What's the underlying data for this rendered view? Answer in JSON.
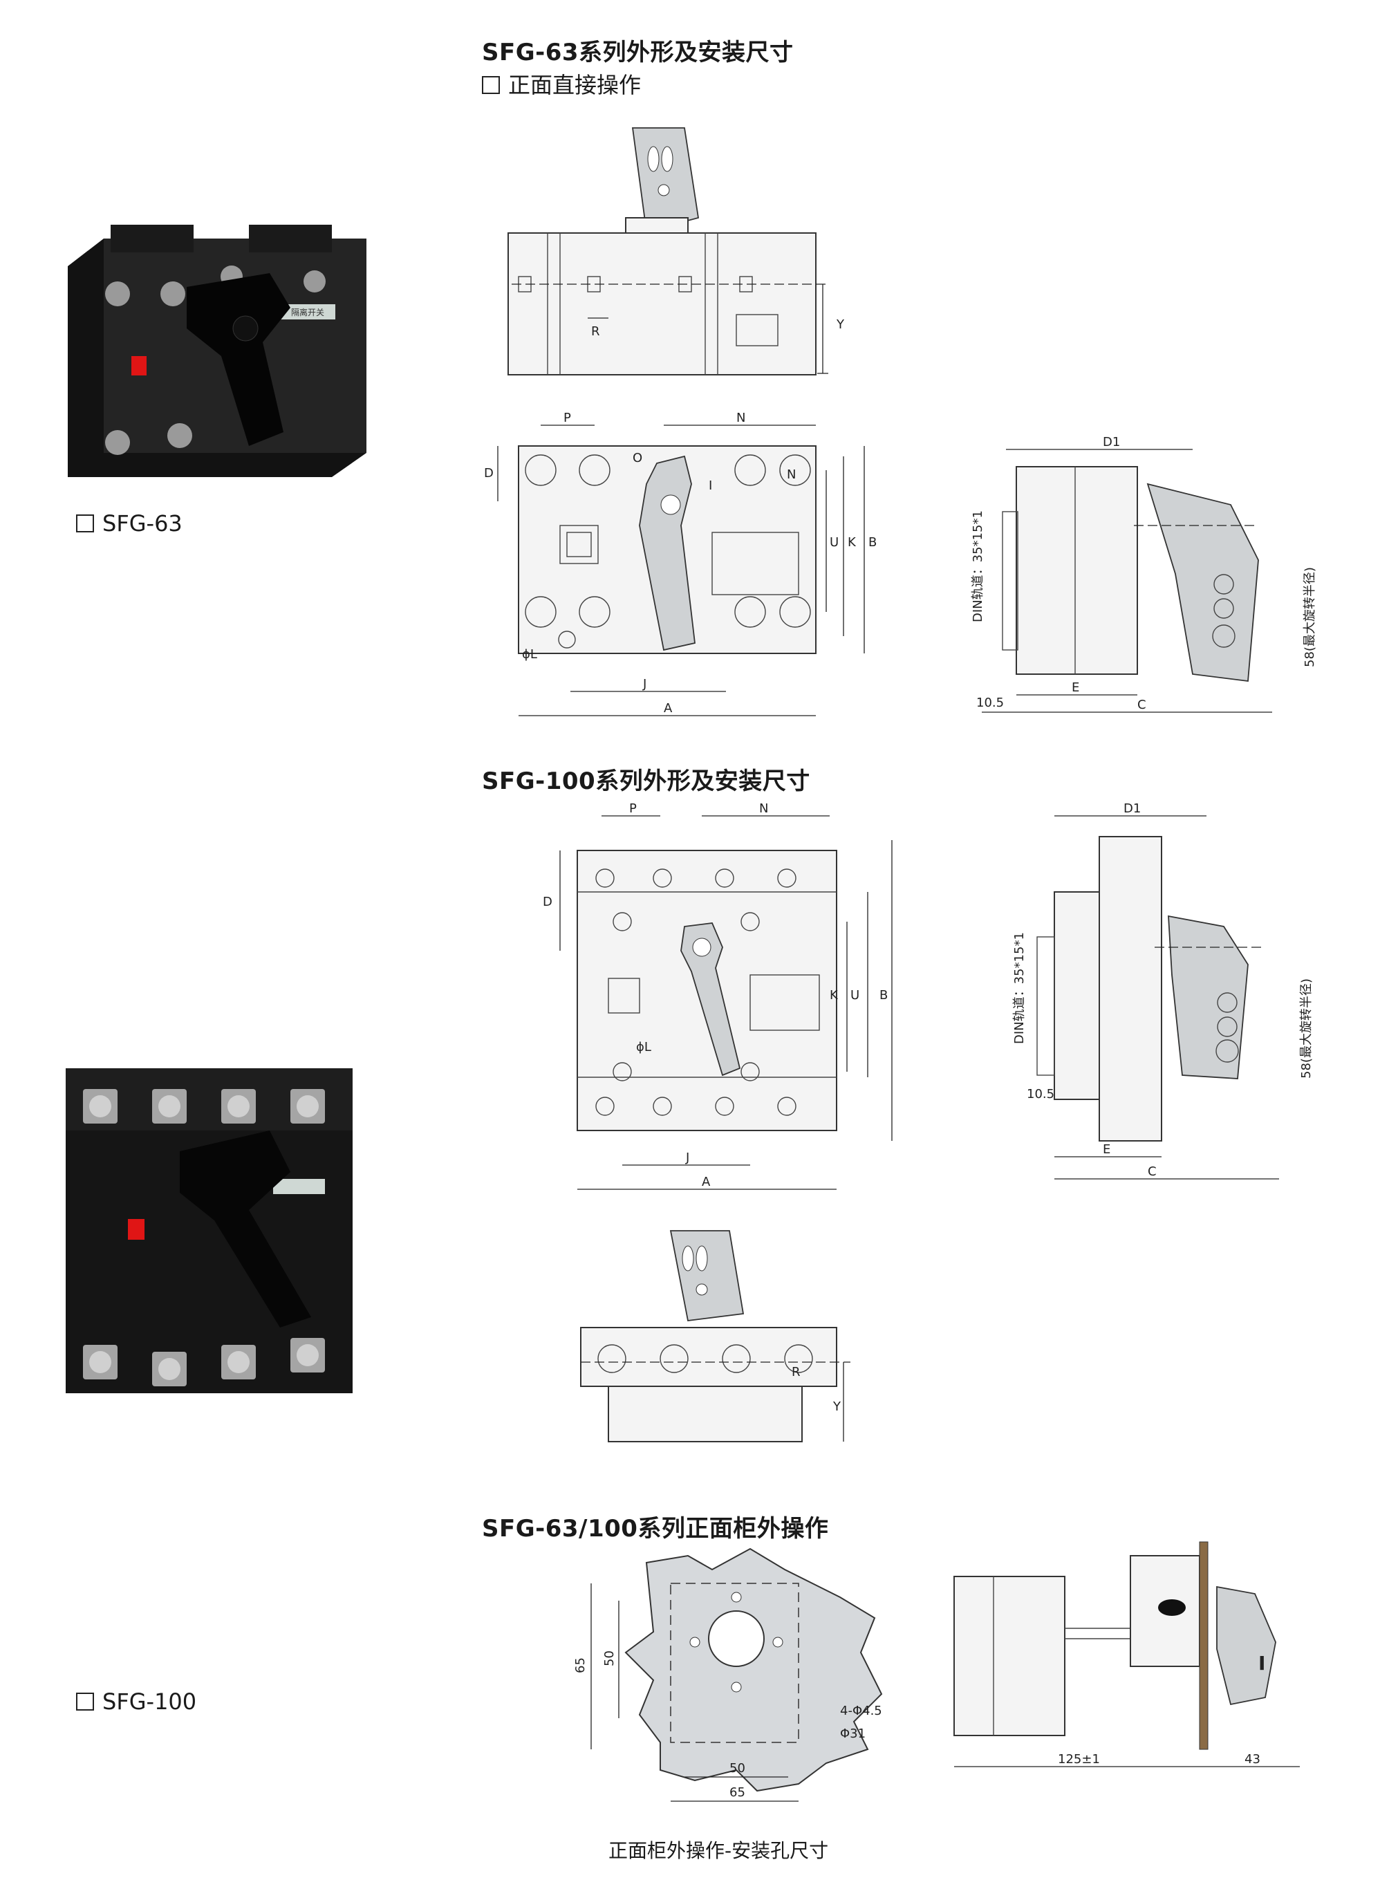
{
  "sections": {
    "sfg63_title": "SFG-63系列外形及安装尺寸",
    "sfg63_subtitle": "正面直接操作",
    "sfg100_title": "SFG-100系列外形及安装尺寸",
    "cabinet_title": "SFG-63/100系列正面柜外操作"
  },
  "products": {
    "sfg63_label": "SFG-63",
    "sfg100_label": "SFG-100",
    "device_badge": "隔离开关"
  },
  "dims_63": {
    "R": "R",
    "Y": "Y",
    "P": "P",
    "N": "N",
    "D": "D",
    "U": "U",
    "K": "K",
    "B": "B",
    "L": "ϕL",
    "J": "J",
    "A": "A",
    "D1": "D1",
    "E": "E",
    "C": "C",
    "offset": "10.5",
    "rail": "DIN轨道：35*15*1",
    "radius": "58(最大旋转半径)",
    "pos_off": "O",
    "pos_on": "I",
    "pos_n": "N"
  },
  "dims_100": {
    "P": "P",
    "N": "N",
    "D": "D",
    "K": "K",
    "U": "U",
    "B": "B",
    "L": "ϕL",
    "J": "J",
    "A": "A",
    "D1": "D1",
    "E": "E",
    "C": "C",
    "offset": "10.5",
    "rail": "DIN轨道：35*15*1",
    "radius": "58(最大旋转半径)",
    "R": "R",
    "Y": "Y"
  },
  "dims_cabinet": {
    "h65": "65",
    "h50": "50",
    "holes": "4-Φ4.5",
    "bore": "Φ31",
    "w50": "50",
    "w65": "65",
    "len": "125±1",
    "ext": "43"
  },
  "caption": "正面柜外操作-安装孔尺寸",
  "colors": {
    "device": "#1c1c1c",
    "drawing_grey": "#cfd2d4",
    "panel_grey": "#d6d9dc"
  }
}
